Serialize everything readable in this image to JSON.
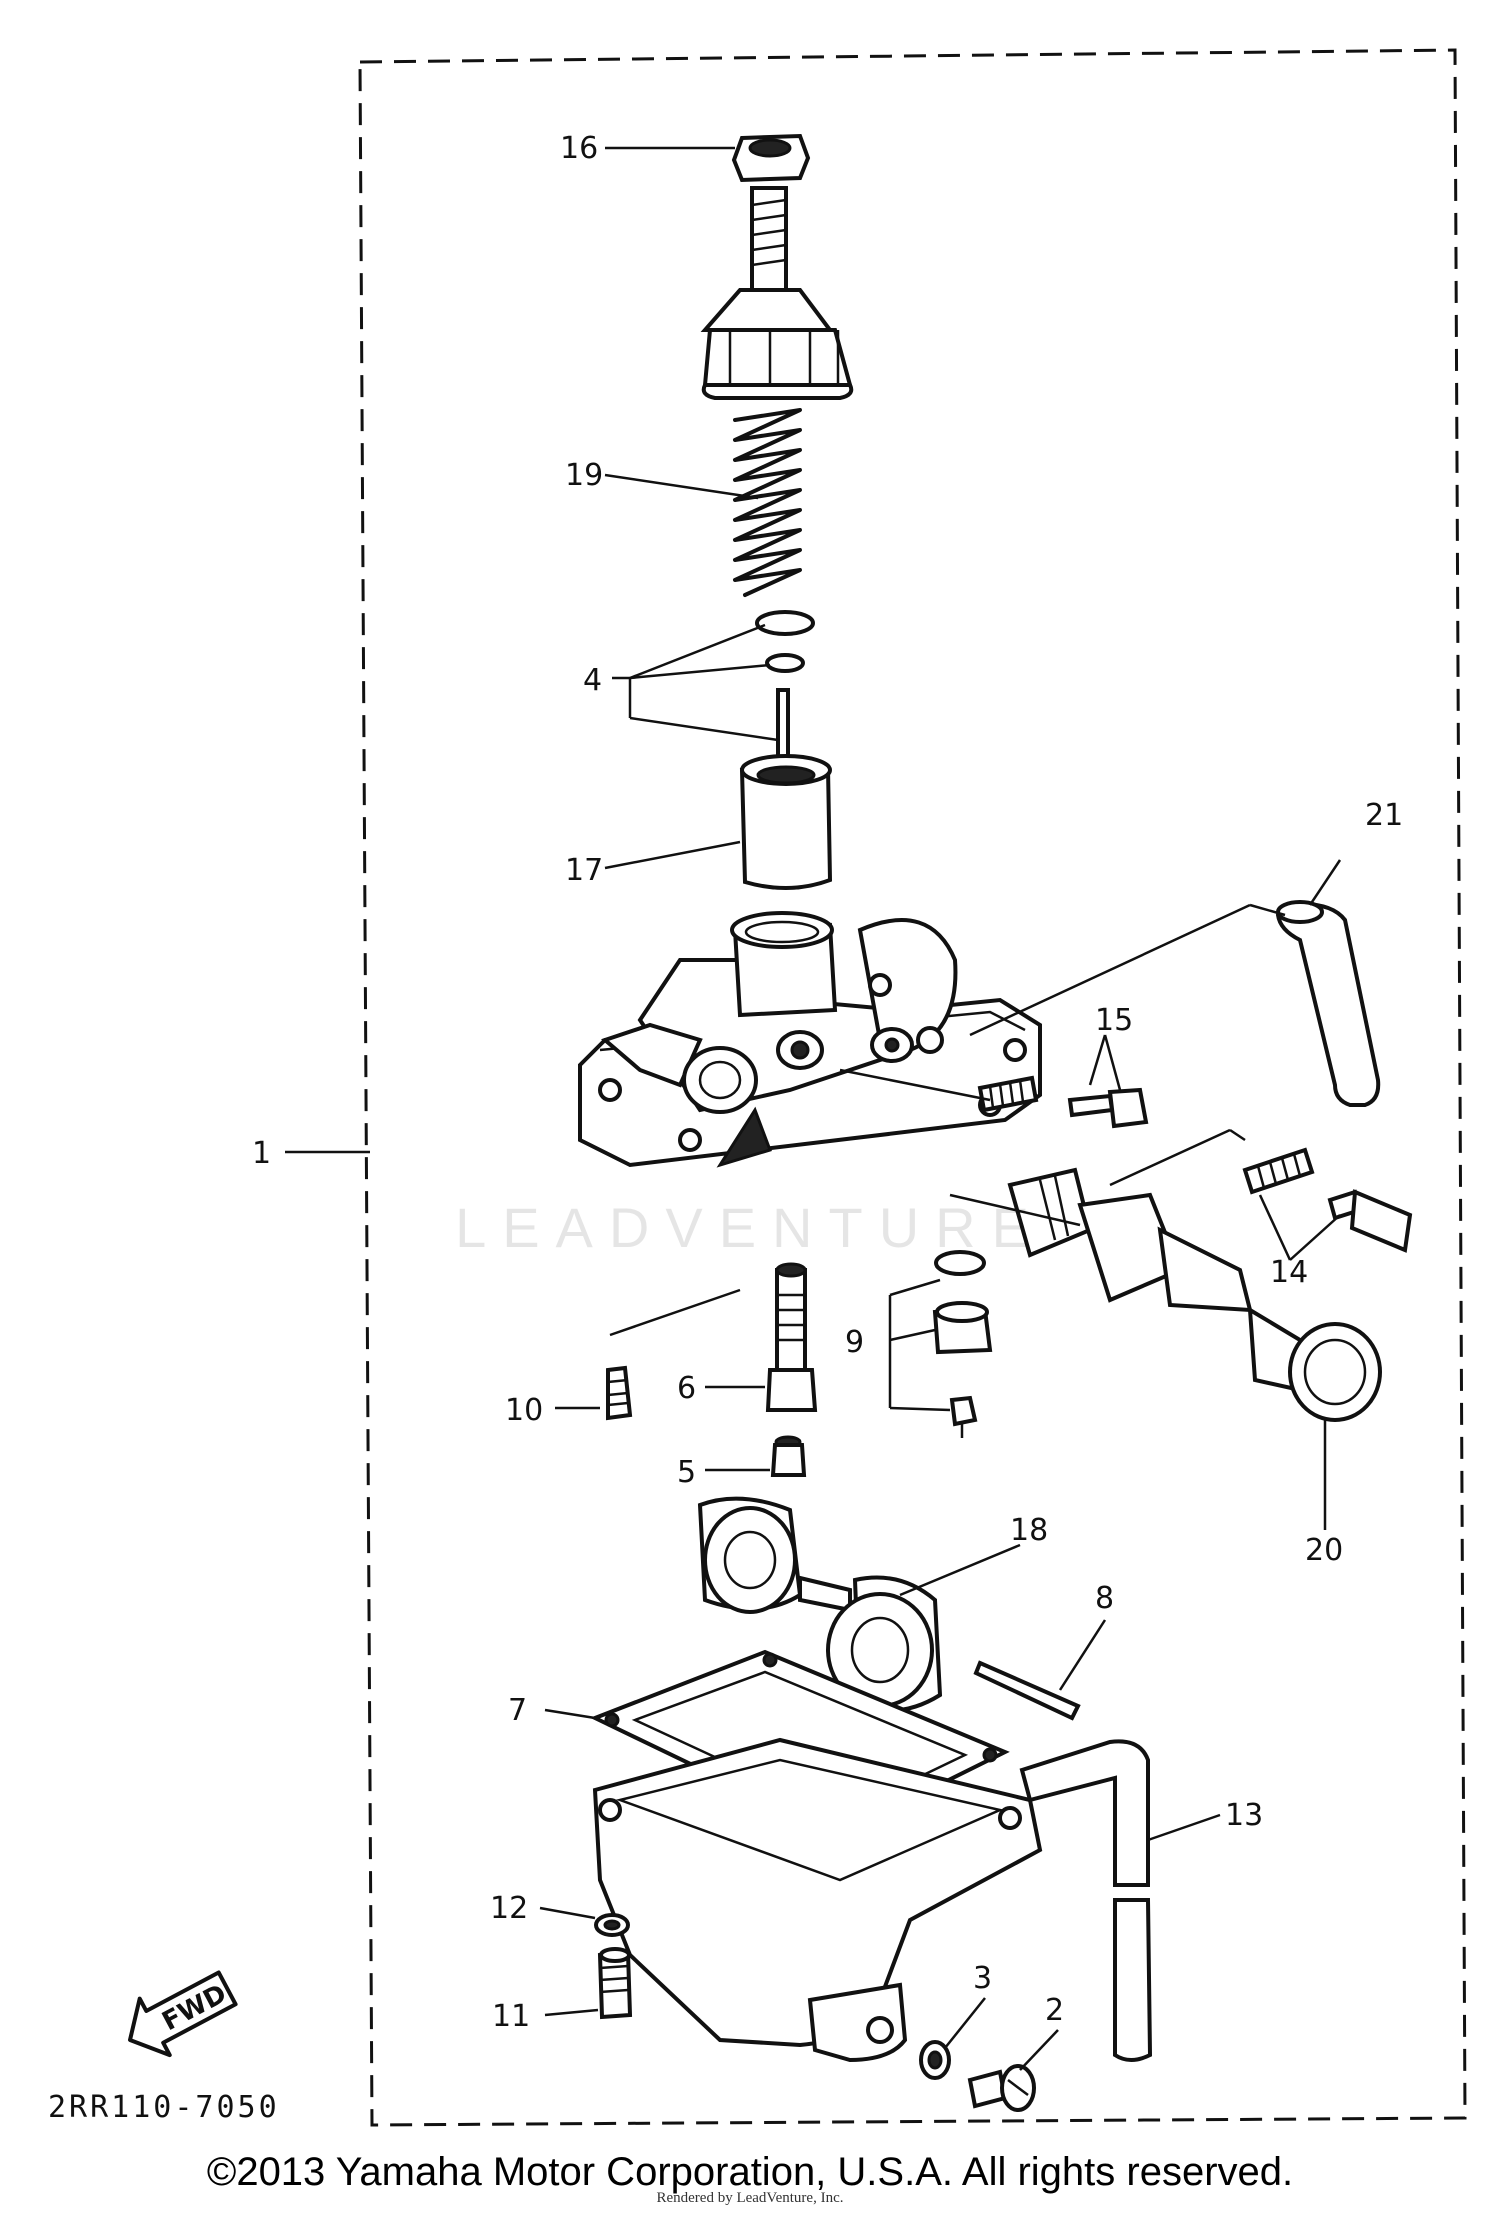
{
  "diagram": {
    "code": "2RR110-7050",
    "watermark": "LEADVENTURE",
    "fwd_label": "FWD",
    "callouts": [
      "1",
      "2",
      "3",
      "4",
      "5",
      "6",
      "7",
      "8",
      "9",
      "10",
      "11",
      "12",
      "13",
      "14",
      "15",
      "16",
      "17",
      "18",
      "19",
      "20",
      "21"
    ]
  },
  "footer": {
    "copyright": "©2013 Yamaha Motor Corporation, U.S.A. All rights reserved.",
    "rendered_by": "Rendered by LeadVenture, Inc."
  }
}
